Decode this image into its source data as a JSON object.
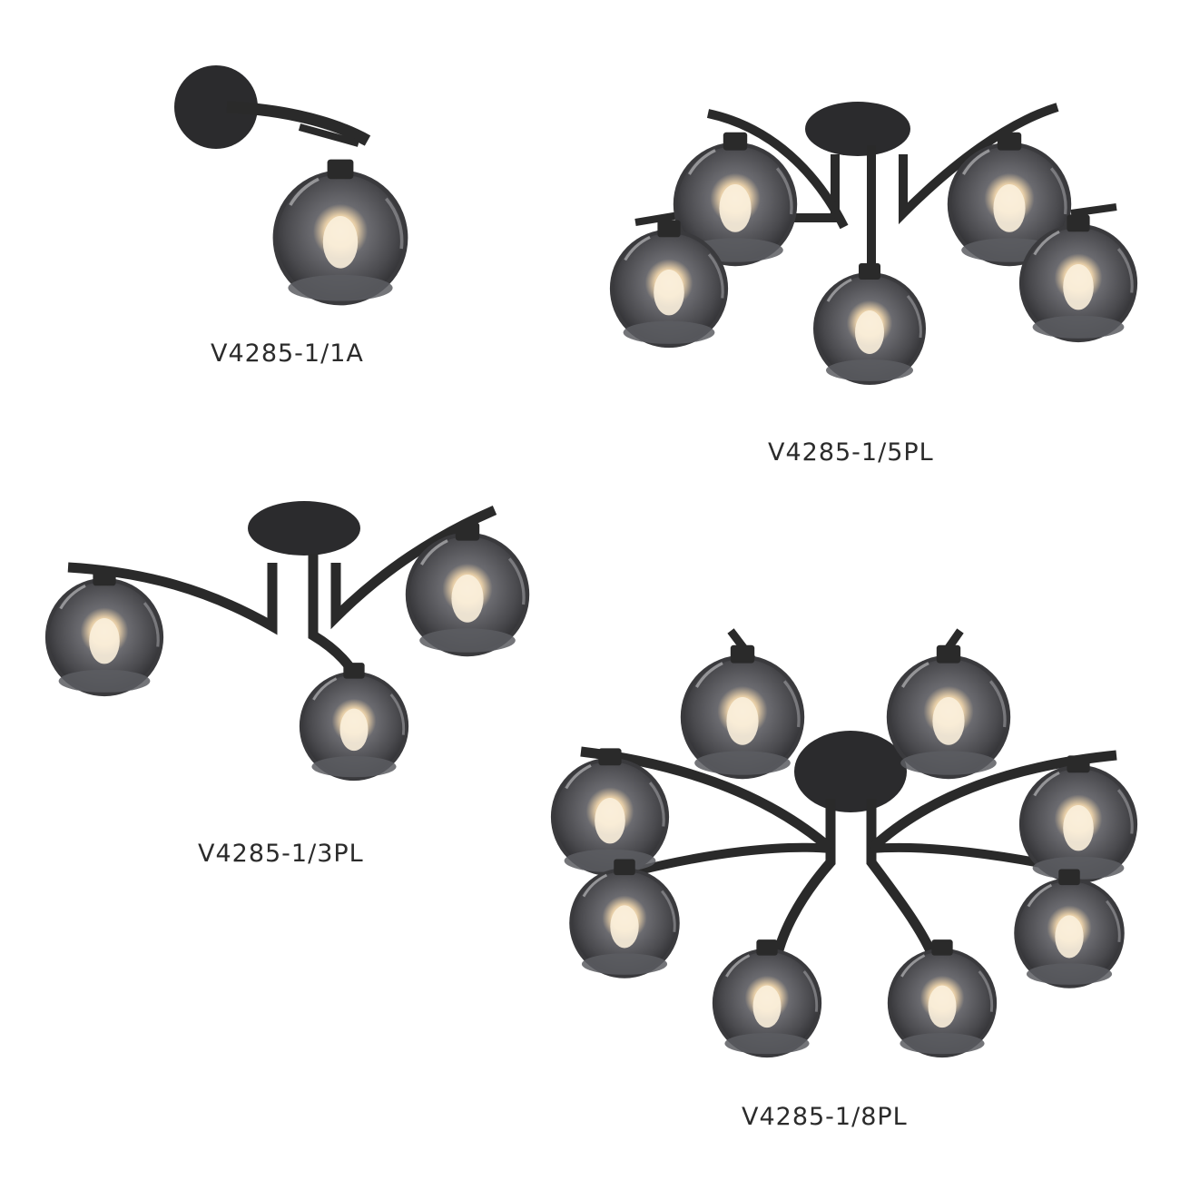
{
  "products": [
    {
      "model": "V4285-1/1A",
      "arms": 1
    },
    {
      "model": "V4285-1/5PL",
      "arms": 5
    },
    {
      "model": "V4285-1/3PL",
      "arms": 3
    },
    {
      "model": "V4285-1/8PL",
      "arms": 8
    }
  ],
  "colors": {
    "frame": "#2a2a2a",
    "glass_dark": "#3c3c3e",
    "glass_mid": "#7b7c80",
    "bulb": "#f3e2c8"
  }
}
